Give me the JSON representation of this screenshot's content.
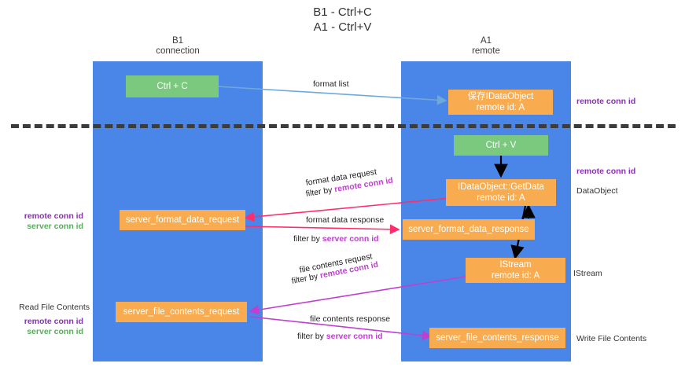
{
  "title": "B1 - Ctrl+C\nA1 - Ctrl+V",
  "columns": {
    "b1": "B1\nconnection",
    "a1": "A1\nremote"
  },
  "colors": {
    "lane": "#4a86e8",
    "box_orange": "#f9ac4f",
    "box_green": "#7bc97f",
    "remote_conn_id": "#c03fd0",
    "server_conn_id": "#5bab5f",
    "arrow_format_list": "#6fa8dc",
    "arrow_format_data": "#ff2d6b",
    "arrow_file_contents": "#c03fd0",
    "arrow_internal": "#000000",
    "divider": "#3c3c3c"
  },
  "boxes": {
    "ctrl_c": "Ctrl + C",
    "ctrl_v": "Ctrl + V",
    "save_idataobject": "保存IDataObject\nremote id: A",
    "idataobject_getdata": "IDataObject::GetData\nremote id: A",
    "server_format_data_request": "server_format_data_request",
    "server_format_data_response": "server_format_data_response",
    "istream": "IStream\nremote id: A",
    "server_file_contents_request": "server_file_contents_request",
    "server_file_contents_response": "server_file_contents_response"
  },
  "edge_labels": {
    "format_list": "format list",
    "format_data_request": "format data request",
    "format_data_request_filter_prefix": "filter by ",
    "format_data_request_filter_key": "remote conn id",
    "format_data_response": "format data response",
    "format_data_response_filter_prefix": "filter by ",
    "format_data_response_filter_key": "server conn id",
    "file_contents_request": "file contents request",
    "file_contents_request_filter_prefix": "filter by ",
    "file_contents_request_filter_key": "remote conn id",
    "file_contents_response": "file contents response",
    "file_contents_response_filter_prefix": "filter by ",
    "file_contents_response_filter_key": "server conn id"
  },
  "annotations": {
    "right_remote_conn_id_top": "remote conn id",
    "right_remote_conn_id_mid": "remote conn id",
    "right_dataobject": "DataObject",
    "right_istream": "IStream",
    "right_write_file_contents": "Write File Contents",
    "left_remote_conn_id_mid": "remote conn id",
    "left_server_conn_id_mid": "server conn id",
    "left_read_file_contents": "Read File Contents",
    "left_remote_conn_id_low": "remote conn id",
    "left_server_conn_id_low": "server conn id"
  }
}
